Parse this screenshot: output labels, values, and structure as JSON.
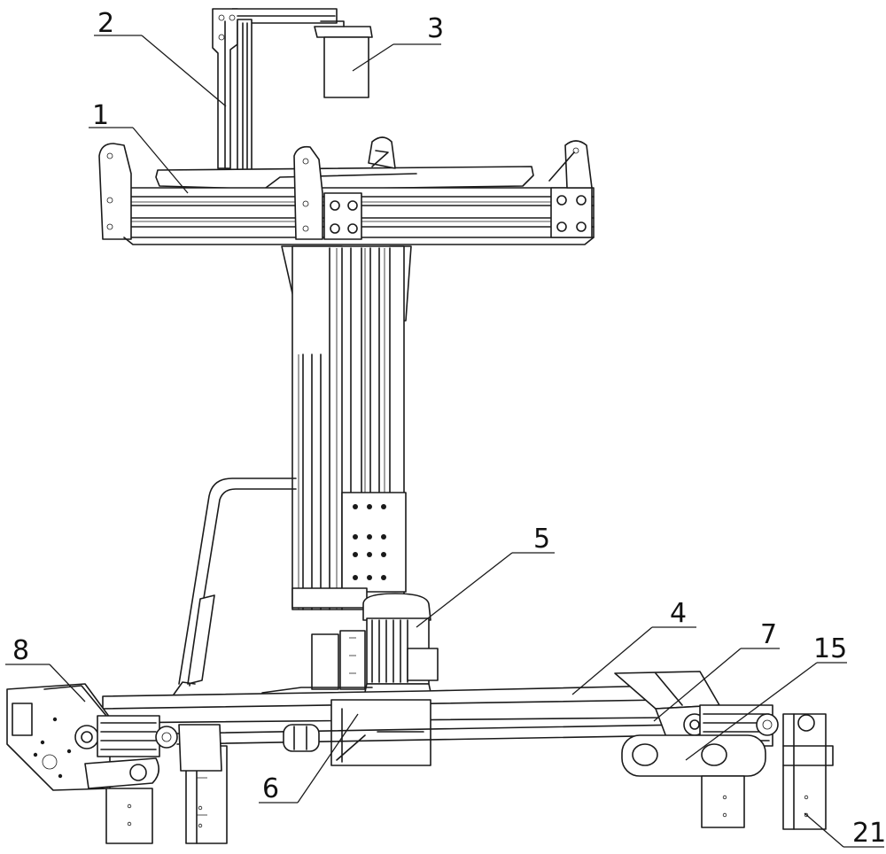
{
  "figure": {
    "labels": [
      {
        "id": "label-1",
        "text": "1"
      },
      {
        "id": "label-2",
        "text": "2"
      },
      {
        "id": "label-3",
        "text": "3"
      },
      {
        "id": "label-4",
        "text": "4"
      },
      {
        "id": "label-5",
        "text": "5"
      },
      {
        "id": "label-6",
        "text": "6"
      },
      {
        "id": "label-7",
        "text": "7"
      },
      {
        "id": "label-8",
        "text": "8"
      },
      {
        "id": "label-15",
        "text": "15"
      },
      {
        "id": "label-21",
        "text": "21"
      }
    ]
  },
  "colors": {
    "line": "#1a1a1a",
    "background": "#ffffff"
  }
}
